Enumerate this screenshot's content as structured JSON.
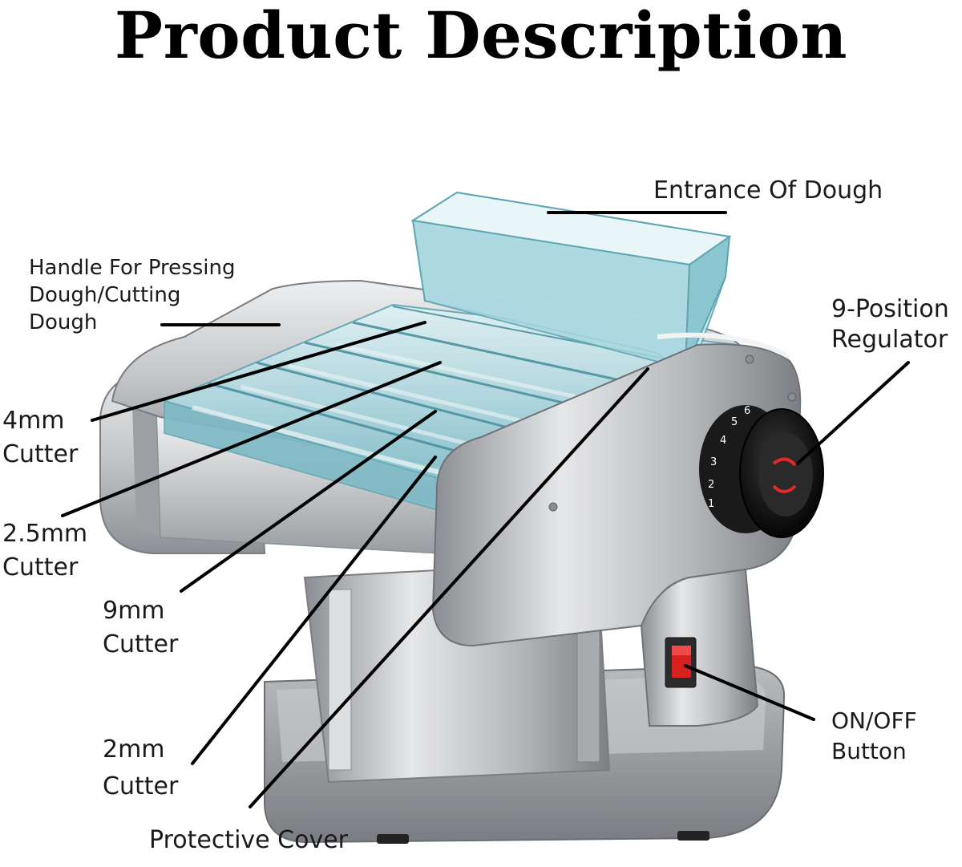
{
  "title": "Product Description",
  "labels": {
    "entrance": {
      "lines": [
        "Entrance Of Dough"
      ]
    },
    "handle": {
      "lines": [
        "Handle For Pressing",
        "Dough/Cutting",
        "Dough"
      ]
    },
    "regulator": {
      "lines": [
        "9-Position",
        "Regulator"
      ]
    },
    "cutter_4mm": {
      "lines": [
        "4mm",
        "Cutter"
      ]
    },
    "cutter_2_5mm": {
      "lines": [
        "2.5mm",
        "Cutter"
      ]
    },
    "cutter_9mm": {
      "lines": [
        "9mm",
        "Cutter"
      ]
    },
    "cutter_2mm": {
      "lines": [
        "2mm",
        "Cutter"
      ]
    },
    "protective_cover": {
      "lines": [
        "Protective Cover"
      ]
    },
    "onoff": {
      "lines": [
        "ON/OFF",
        "Button"
      ]
    }
  },
  "dial": {
    "numbers": [
      "1",
      "2",
      "3",
      "4",
      "5",
      "6"
    ]
  },
  "colors": {
    "steel_light": "#d9dadc",
    "steel_mid": "#a9abae",
    "steel_dark": "#6f7276",
    "acrylic": "#9fd3dc",
    "acrylic_edge": "#5fa6b3",
    "switch_red": "#d8201f",
    "leader": "#000000"
  }
}
